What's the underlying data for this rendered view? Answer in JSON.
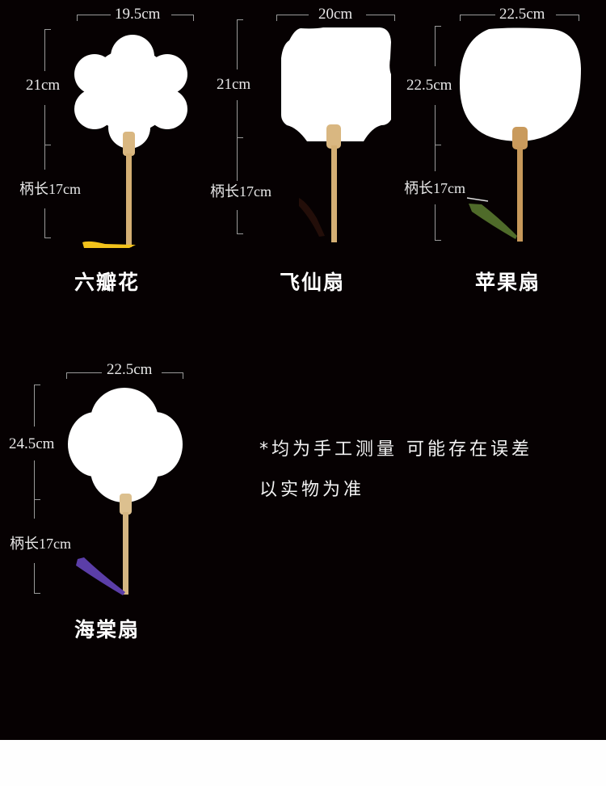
{
  "colors": {
    "background": "#060102",
    "fan_face": "#ffffff",
    "handle": "#d9b781",
    "tassel_liuban": "#f2c21b",
    "tassel_pingguo": "#4f6b2a",
    "tassel_haitang": "#5b3ea8",
    "tassel_feixian": "#3a1a12",
    "measure_line": "#9a9a9a",
    "bottom_strip": "#fefefe"
  },
  "fans": [
    {
      "name": "六瓣花",
      "width": "19.5cm",
      "height": "21cm",
      "handle": "柄长17cm",
      "shape": "six-petal-flower"
    },
    {
      "name": "飞仙扇",
      "width": "20cm",
      "height": "21cm",
      "handle": "柄长17cm",
      "shape": "flying-fairy"
    },
    {
      "name": "苹果扇",
      "width": "22.5cm",
      "height": "22.5cm",
      "handle": "柄长17cm",
      "shape": "apple"
    },
    {
      "name": "海棠扇",
      "width": "22.5cm",
      "height": "24.5cm",
      "handle": "柄长17cm",
      "shape": "begonia"
    }
  ],
  "note": {
    "line1": "*均为手工测量 可能存在误差",
    "line2": "以实物为准"
  }
}
